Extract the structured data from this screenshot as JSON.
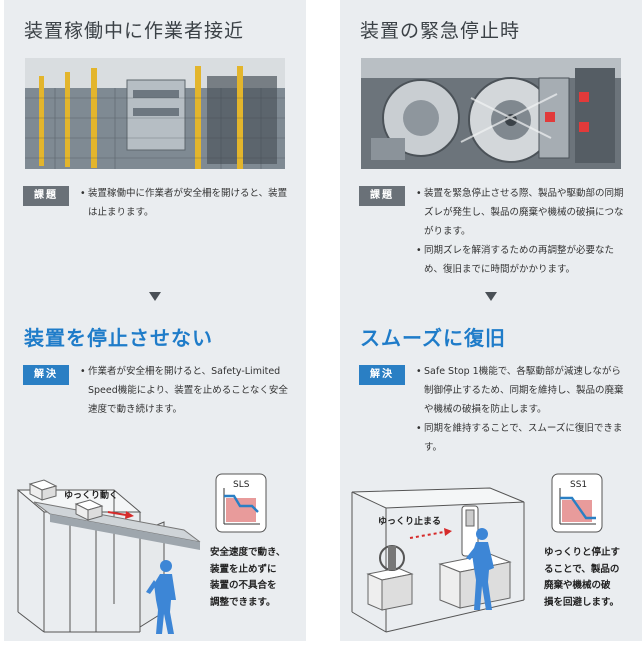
{
  "left": {
    "title": "装置稼働中に作業者接近",
    "badge": "課題",
    "problem": [
      "装置稼働中に作業者が安全柵を開けると、装置は止まります。"
    ],
    "subtitle": "装置を停止させない",
    "solution_badge": "解決",
    "solution": [
      "作業者が安全柵を開けると、Safety-Limited Speed機能により、装置を止めることなく安全速度で動き続けます。"
    ],
    "illus_label": "ゆっくり動く",
    "icon_label": "SLS",
    "caption": [
      "安全速度で動き、",
      "装置を止めずに",
      "装置の不具合を",
      "調整できます。"
    ]
  },
  "right": {
    "title": "装置の緊急停止時",
    "badge": "課題",
    "problem": [
      "装置を緊急停止させる際、製品や駆動部の同期ズレが発生し、製品の廃棄や機械の破損につながります。",
      "同期ズレを解消するための再調整が必要なため、復旧までに時間がかかります。"
    ],
    "subtitle": "スムーズに復旧",
    "solution_badge": "解決",
    "solution": [
      "Safe Stop 1機能で、各駆動部が減速しながら制御停止するため、同期を維持し、製品の廃棄や機械の破損を防止します。",
      "同期を維持することで、スムーズに復旧できます。"
    ],
    "illus_label": "ゆっくり止まる",
    "icon_label": "SS1",
    "caption": [
      "ゆっくりと停止す",
      "ることで、製品の",
      "廃棄や機械の破",
      "損を回避します。"
    ]
  }
}
